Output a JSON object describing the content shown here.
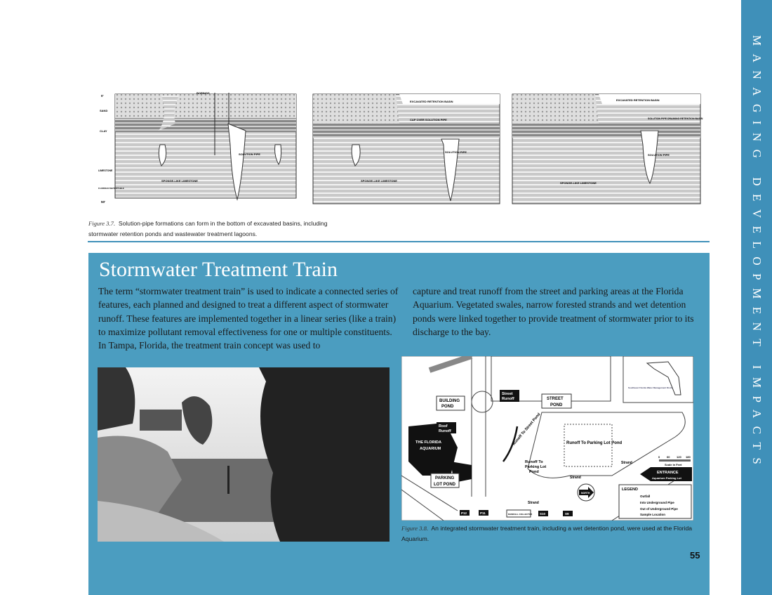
{
  "sidebar": {
    "title": "MANAGING DEVELOPMENT IMPACTS"
  },
  "figure37": {
    "diagram1": {
      "depth_top": "0'",
      "depth_bottom": "50'",
      "layers": [
        "SAND",
        "CLAY",
        "LIMESTONE",
        "FLORIDAN WATERTABLE"
      ],
      "borings": "BORINGS",
      "pipe": "SOLUTION PIPE",
      "limestone": "SPONGE-LIKE LIMESTONE"
    },
    "diagram2": {
      "basin": "EXCAVATED RETENTION BASIN",
      "cap": "CAP OVER SOLUTION PIPE",
      "pipe": "SOLUTION PIPE",
      "limestone": "SPONGE-LIKE LIMESTONE"
    },
    "diagram3": {
      "basin": "EXCAVATED RETENTION BASIN",
      "draining": "SOLUTION PIPE DRAINING RETENTION BASIN",
      "pipe": "SOLUTION PIPE",
      "limestone": "SPONGE-LIKE LIMESTONE"
    },
    "label": "Figure 3.7.",
    "caption": "Solution-pipe formations can form in the bottom of excavated basins, including stormwater retention ponds and wastewater treatment lagoons."
  },
  "section": {
    "title": "Stormwater Treatment Train",
    "col1": "The term “stormwater treatment train” is used to indicate a connected series of  features, each planned and designed to treat a different aspect of stormwater runoff. These features are implemented together in a linear series (like a train) to maximize pollutant removal effectiveness for one or multiple constituents. In Tampa, Florida, the treatment train concept was used to",
    "col2": "capture and treat runoff from the street and parking areas at the Florida Aquarium. Vegetated swales, narrow forested strands and wet detention ponds were linked together to provide treatment of stormwater prior to its discharge to the bay."
  },
  "map": {
    "building_pond": [
      "BUILDING",
      "POND"
    ],
    "street_runoff": [
      "Street",
      "Runoff"
    ],
    "street_pond": [
      "STREET",
      "POND"
    ],
    "roof_runoff": [
      "Roof",
      "Runoff"
    ],
    "aquarium": [
      "THE FLORIDA",
      "AQUARIUM"
    ],
    "runoff_street_pond": "Runoff To Street Pond",
    "runoff_parking_1": "Runoff To Parking Lot Pond",
    "runoff_parking_2": [
      "Runoff To",
      "Parking Lot",
      "Pond"
    ],
    "parking_pond": [
      "PARKING",
      "LOT POND"
    ],
    "strand": "Strand",
    "scale": [
      "0",
      "60",
      "120",
      "180"
    ],
    "scale_label": "Scale in Feet",
    "entrance": [
      "ENTRANCE",
      "Aquarium Parking Lot"
    ],
    "north": "NORTH",
    "legend_title": "LEGEND",
    "legend": [
      "Outfall",
      "Into Underground Pipe",
      "Out of Underground Pipe",
      "Sample Location"
    ],
    "stations": [
      "P12",
      "P11",
      "S10",
      "S9"
    ],
    "rainfall": "RAINFALL COLLECTOR",
    "logo": "Southwest Florida Water Management District"
  },
  "figure38": {
    "label": "Figure 3.8.",
    "caption": "An integrated stormwater treatment train, including a wet detention pond, were used at the Florida Aquarium."
  },
  "page_number": "55",
  "colors": {
    "panel": "#4b9dc0",
    "sidebar": "#3f90b9"
  }
}
